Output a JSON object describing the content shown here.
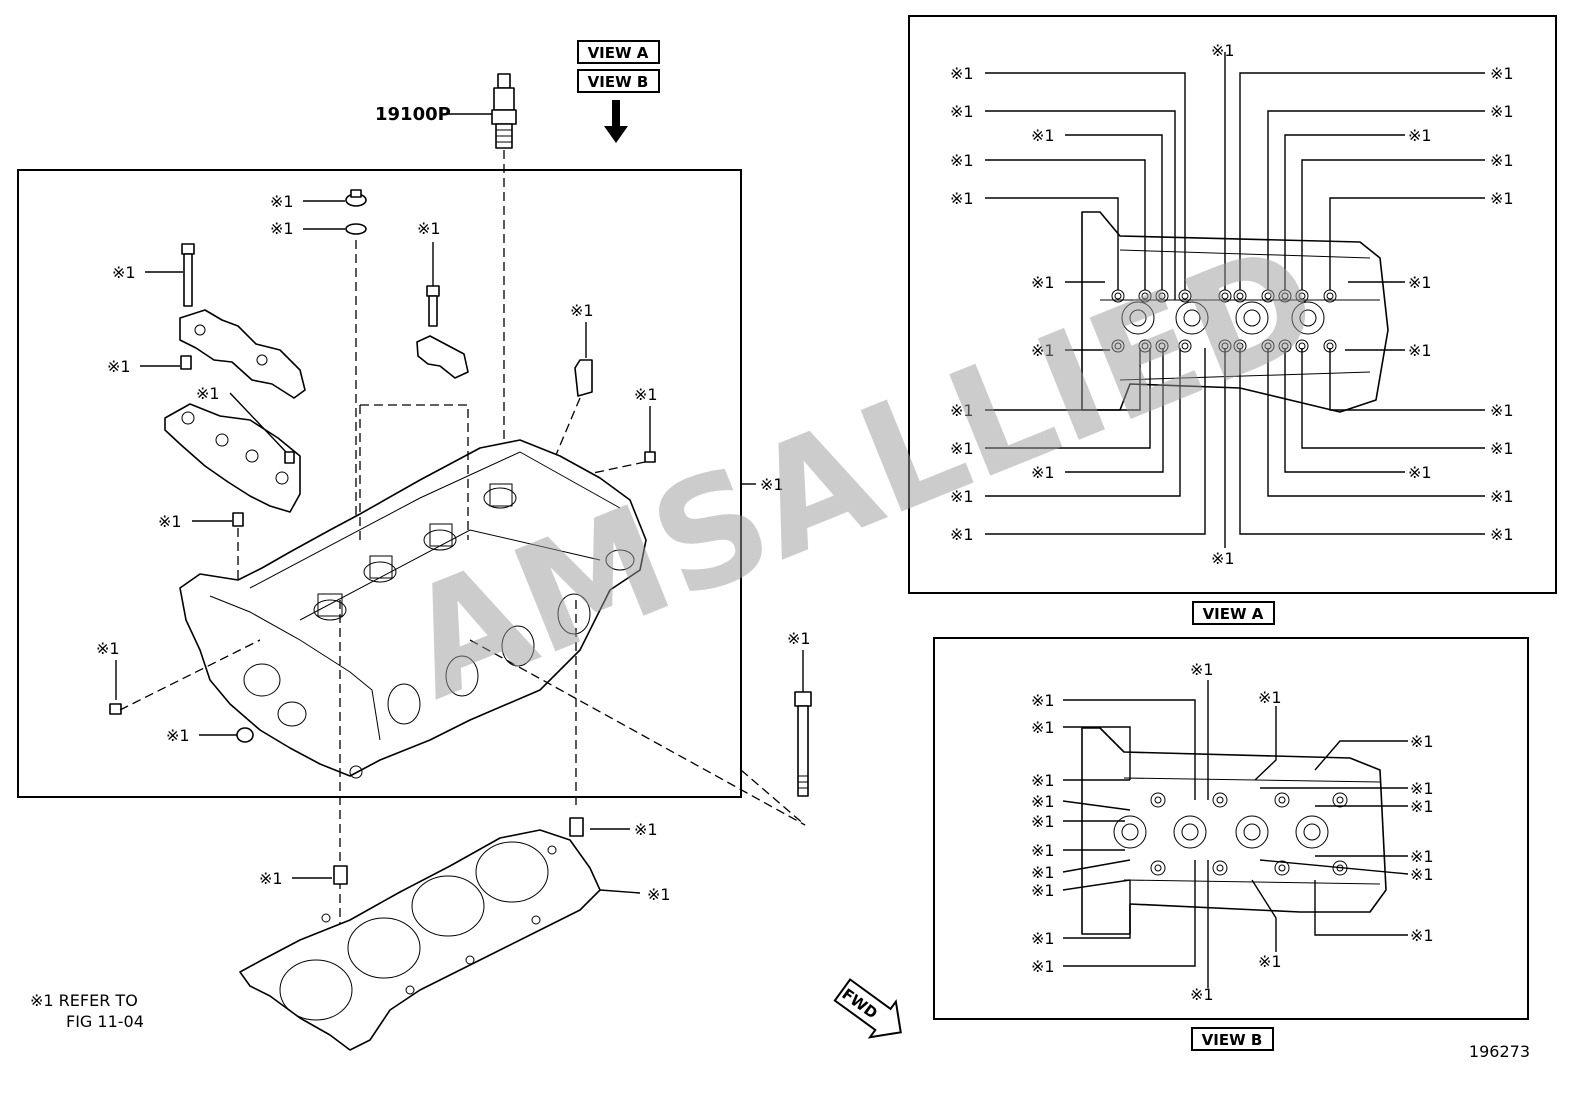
{
  "callout": "※1",
  "part_spark_plug": "19100P",
  "view_a": "VIEW A",
  "view_b": "VIEW B",
  "fwd": "FWD",
  "note_line1": "※1 REFER TO",
  "note_line2": "FIG 11-04",
  "diagram_no": "196273",
  "watermark": "AMSALLIED",
  "colors": {
    "ink": "#000000",
    "watermark": "#9a9a9a"
  }
}
